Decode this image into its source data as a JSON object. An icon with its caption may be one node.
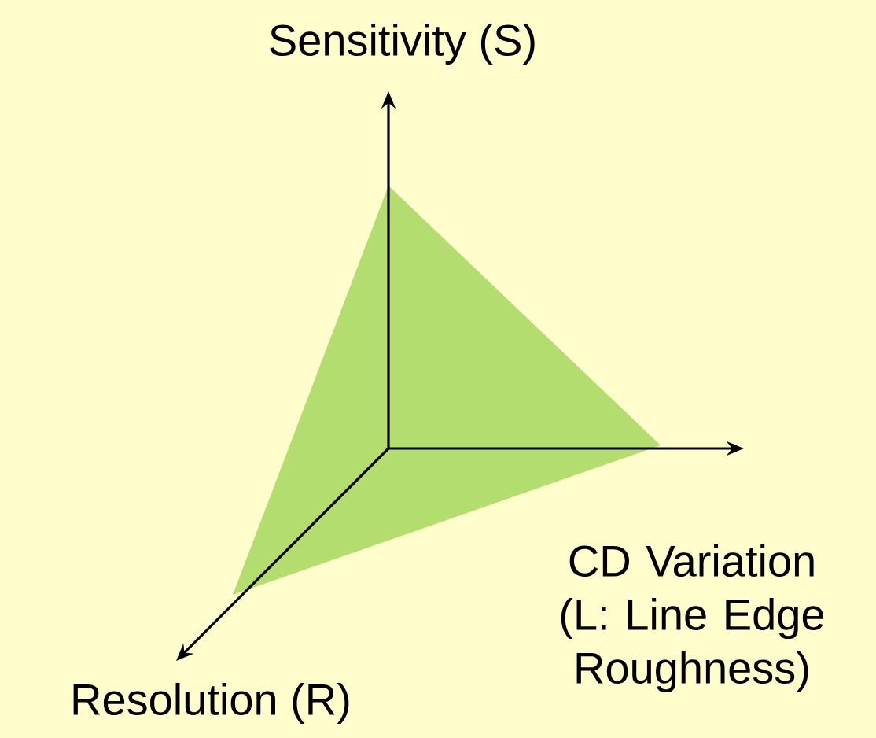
{
  "diagram": {
    "labels": [
      "Sensitivity (S)",
      "CD Variation (L: Line Edge Roughness)",
      "Resolution (R)"
    ]
  }
}
